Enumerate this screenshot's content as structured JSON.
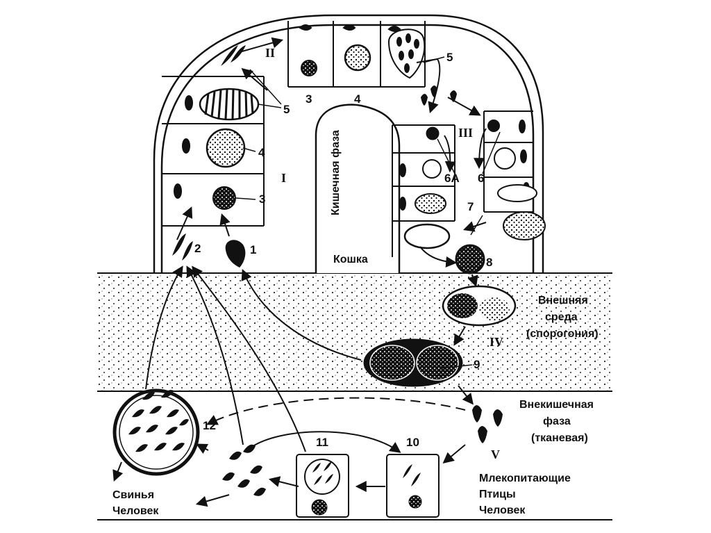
{
  "labels": {
    "cat": "Кошка",
    "intestinal_phase": "Кишечная фаза",
    "env_1": "Внешняя",
    "env_2": "среда",
    "env_3": "(спорогония)",
    "extra_1": "Внекишечная",
    "extra_2": "фаза",
    "extra_3": "(тканевая)",
    "host_mammals": "Млекопитающие",
    "host_birds": "Птицы",
    "host_human_right": "Человек",
    "host_pig": "Свинья",
    "host_human_left": "Человек"
  },
  "stages": {
    "s1": "1",
    "s2": "2",
    "s3a": "3",
    "s3b": "3",
    "s4a": "4",
    "s4b": "4",
    "s5a": "5",
    "s5b": "5",
    "s6": "6",
    "s6a": "6A",
    "s7": "7",
    "s8": "8",
    "s9": "9",
    "s10": "10",
    "s11": "11",
    "s12": "12"
  },
  "phases": {
    "p1": "I",
    "p2": "II",
    "p3": "III",
    "p4": "IV",
    "p5": "V"
  }
}
